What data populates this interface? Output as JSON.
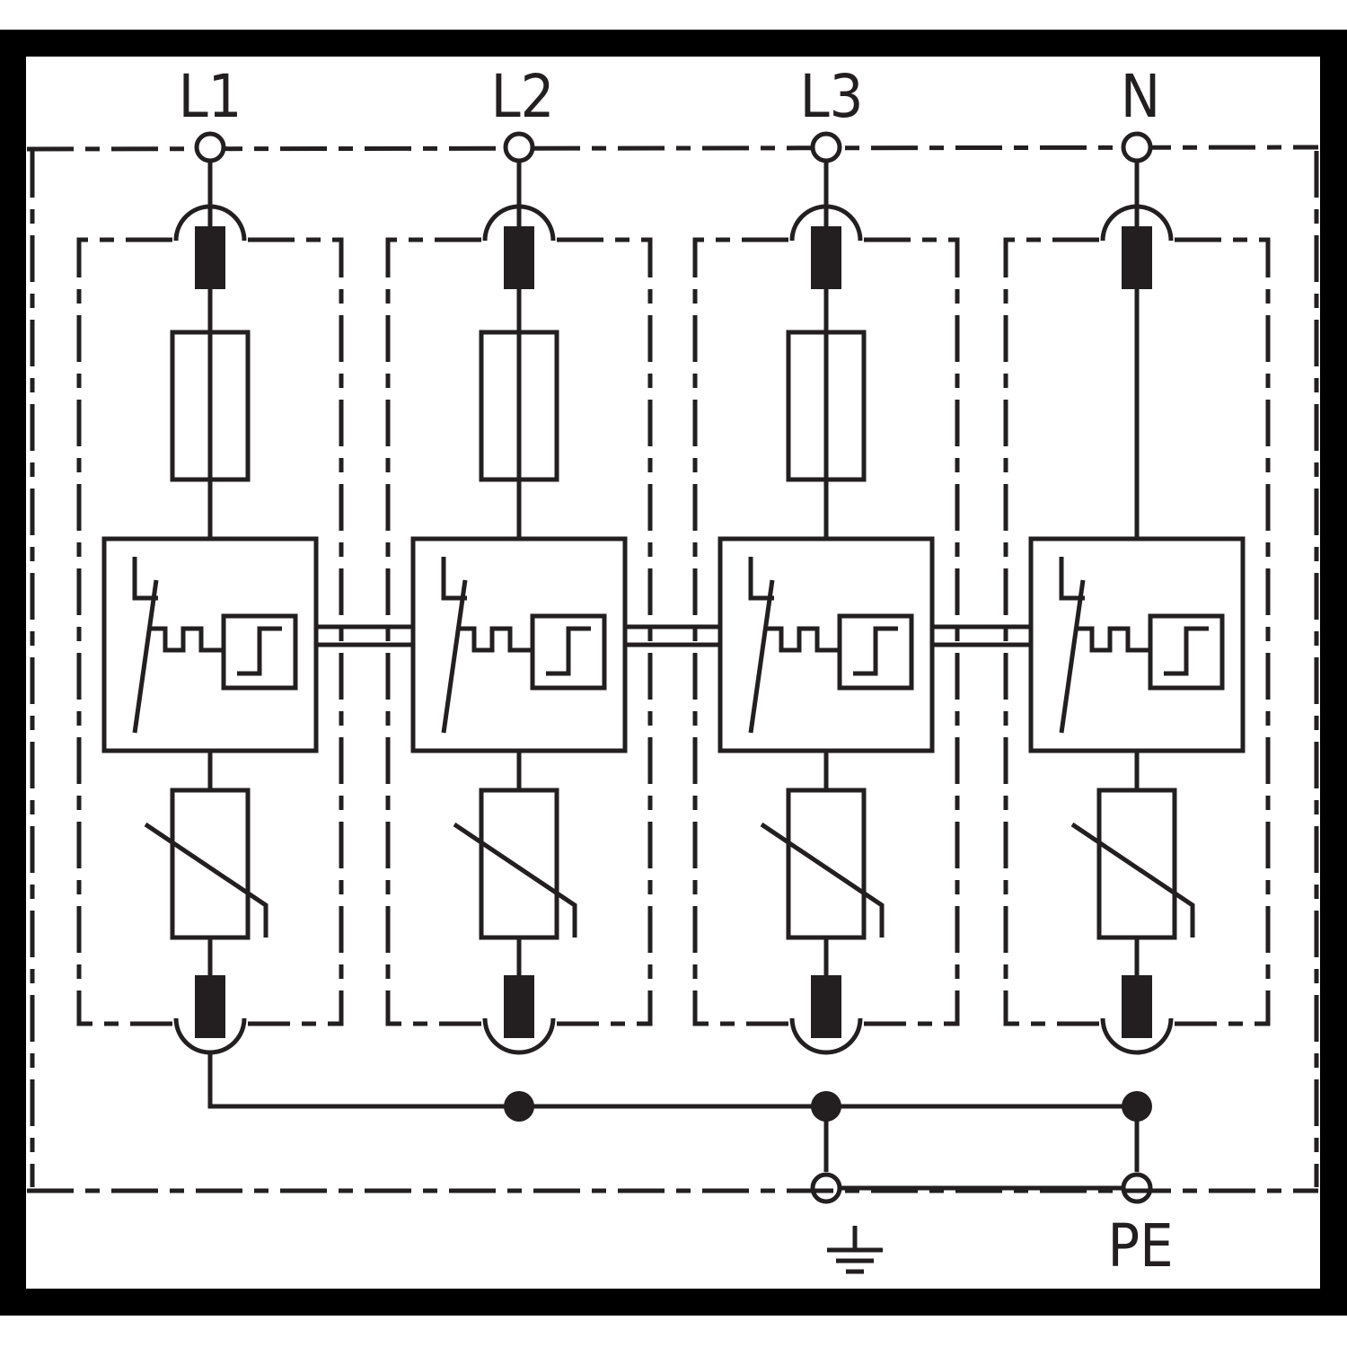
{
  "diagram": {
    "terminals_top": [
      "L1",
      "L2",
      "L3",
      "N"
    ],
    "terminals_bottom": {
      "earth_icon": "ground-icon",
      "pe_label": "PE"
    },
    "modules": [
      {
        "phase": "L1",
        "fuse": true
      },
      {
        "phase": "L2",
        "fuse": true
      },
      {
        "phase": "L3",
        "fuse": true
      },
      {
        "phase": "N",
        "fuse": false
      }
    ],
    "component_icons": [
      "plug-contact-icon",
      "fuse-icon",
      "disconnector-icon",
      "varistor-icon",
      "junction-icon"
    ],
    "colors": {
      "line": "#231f20",
      "frame": "#000000",
      "background": "#ffffff"
    }
  }
}
